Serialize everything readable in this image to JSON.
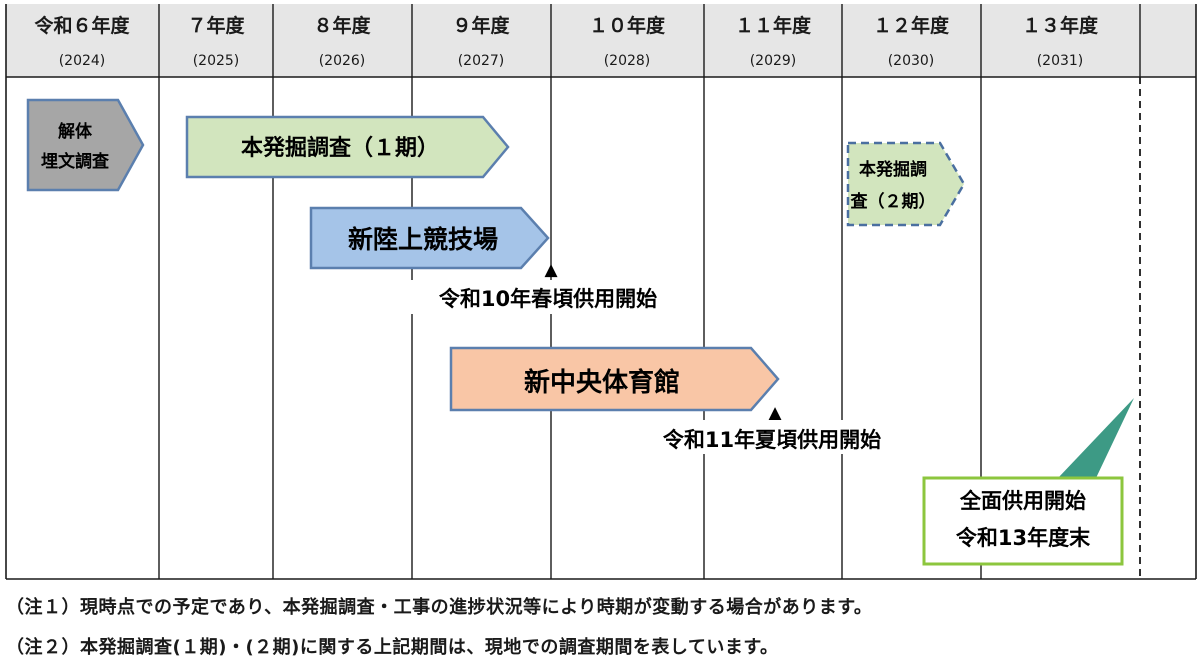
{
  "years": [
    {
      "label": "令和６年度",
      "western": "(2024)"
    },
    {
      "label": "７年度",
      "western": "(2025)"
    },
    {
      "label": "８年度",
      "western": "(2026)"
    },
    {
      "label": "９年度",
      "western": "(2027)"
    },
    {
      "label": "１０年度",
      "western": "(2028)"
    },
    {
      "label": "１１年度",
      "western": "(2029)"
    },
    {
      "label": "１２年度",
      "western": "(2030)"
    },
    {
      "label": "１３年度",
      "western": "(2031)"
    }
  ],
  "tasks": {
    "demolition": {
      "lines": [
        "解体",
        "埋文調査"
      ],
      "fill": "#a6a6a6",
      "stroke": "#5b7fae"
    },
    "excavation1": {
      "label": "本発掘調査（１期）",
      "fill": "#d2e5be",
      "stroke": "#5b7fae"
    },
    "excavation2": {
      "lines": [
        "本発掘調",
        "査（２期）"
      ],
      "fill": "#d2e5be",
      "stroke": "#4a6fa0"
    },
    "stadium": {
      "label": "新陸上競技場",
      "fill": "#a5c4e8",
      "stroke": "#5b7fae"
    },
    "gym": {
      "label": "新中央体育館",
      "fill": "#f9c6a6",
      "stroke": "#5b7fae"
    }
  },
  "milestones": {
    "stadium": {
      "symbol": "▲",
      "label": "令和10年春頃供用開始"
    },
    "gym": {
      "symbol": "▲",
      "label": "令和11年夏頃供用開始"
    }
  },
  "completion": {
    "lines": [
      "全面供用開始",
      "令和13年度末"
    ],
    "border": "#8cc63e",
    "pointer": "#3d9a85"
  },
  "notes": [
    "（注１）現時点での予定であり、本発掘調査・工事の進捗状況等により時期が変動する場合があります。",
    "（注２）本発掘調査(１期)・(２期)に関する上記期間は、現地での調査期間を表しています。"
  ]
}
